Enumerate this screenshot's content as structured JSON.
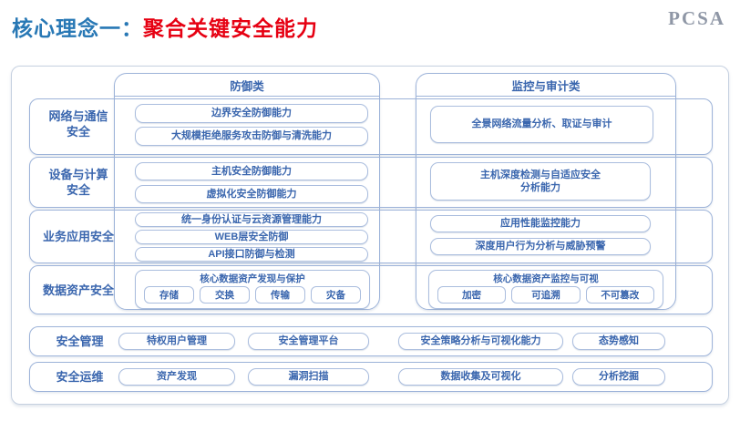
{
  "colors": {
    "title_blue": "#2878b5",
    "title_red": "#e60012",
    "text_blue": "#3a66ae",
    "border_strong": "#9db3d9",
    "logo_gray": "#8f97a6"
  },
  "header": {
    "title_prefix": "核心理念一：",
    "title_main": "聚合关键安全能力",
    "logo": "PCSA"
  },
  "columns": [
    {
      "label": "防御类"
    },
    {
      "label": "监控与审计类"
    }
  ],
  "rows": [
    {
      "label": "网络与通信\n安全",
      "defense": [
        "边界安全防御能力",
        "大规模拒绝服务攻击防御与清洗能力"
      ],
      "monitor": [
        "全景网络流量分析、取证与审计"
      ]
    },
    {
      "label": "设备与计算\n安全",
      "defense": [
        "主机安全防御能力",
        "虚拟化安全防御能力"
      ],
      "monitor": [
        "主机深度检测与自适应安全\n分析能力"
      ]
    },
    {
      "label": "业务应用安全",
      "defense": [
        "统一身份认证与云资源管理能力",
        "WEB层安全防御",
        "API接口防御与检测"
      ],
      "monitor": [
        "应用性能监控能力",
        "深度用户行为分析与威胁预警"
      ]
    },
    {
      "label": "数据资产安全",
      "defense_group": {
        "title": "核心数据资产发现与保护",
        "items": [
          "存储",
          "交换",
          "传输",
          "灾备"
        ]
      },
      "monitor_group": {
        "title": "核心数据资产监控与可视",
        "items": [
          "加密",
          "可追溯",
          "不可篡改"
        ]
      }
    }
  ],
  "bottom": [
    {
      "label": "安全管理",
      "items": [
        "特权用户管理",
        "安全管理平台",
        "安全策略分析与可视化能力",
        "态势感知"
      ]
    },
    {
      "label": "安全运维",
      "items": [
        "资产发现",
        "漏洞扫描",
        "数据收集及可视化",
        "分析挖掘"
      ]
    }
  ]
}
